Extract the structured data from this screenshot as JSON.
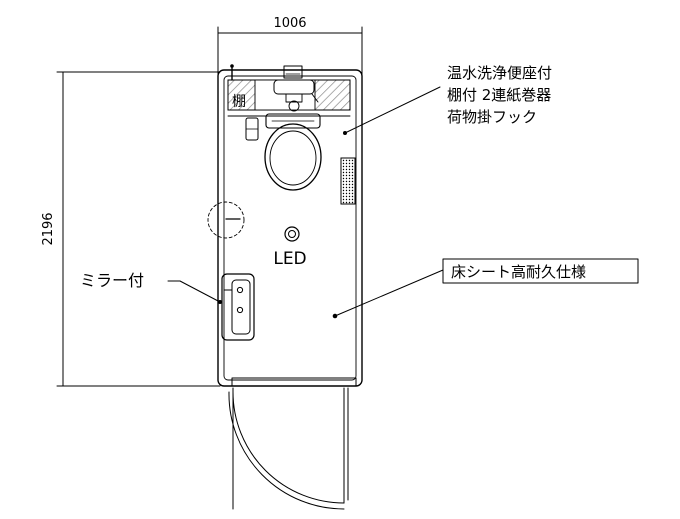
{
  "dimensions": {
    "width": "1006",
    "depth": "2196"
  },
  "labels": {
    "shelf": "棚",
    "led": "LED",
    "mirror": "ミラー付",
    "toilet_line1": "温水洗浄便座付",
    "toilet_line2": "棚付 2連紙巻器",
    "toilet_line3": "荷物掛フック",
    "floor_sheet": "床シート高耐久仕様"
  },
  "icons": {
    "led_light": "ring-light-icon",
    "leader_dot": "leader-dot"
  },
  "colors": {
    "line": "#000000",
    "background": "#ffffff",
    "hatch": "#888888"
  }
}
